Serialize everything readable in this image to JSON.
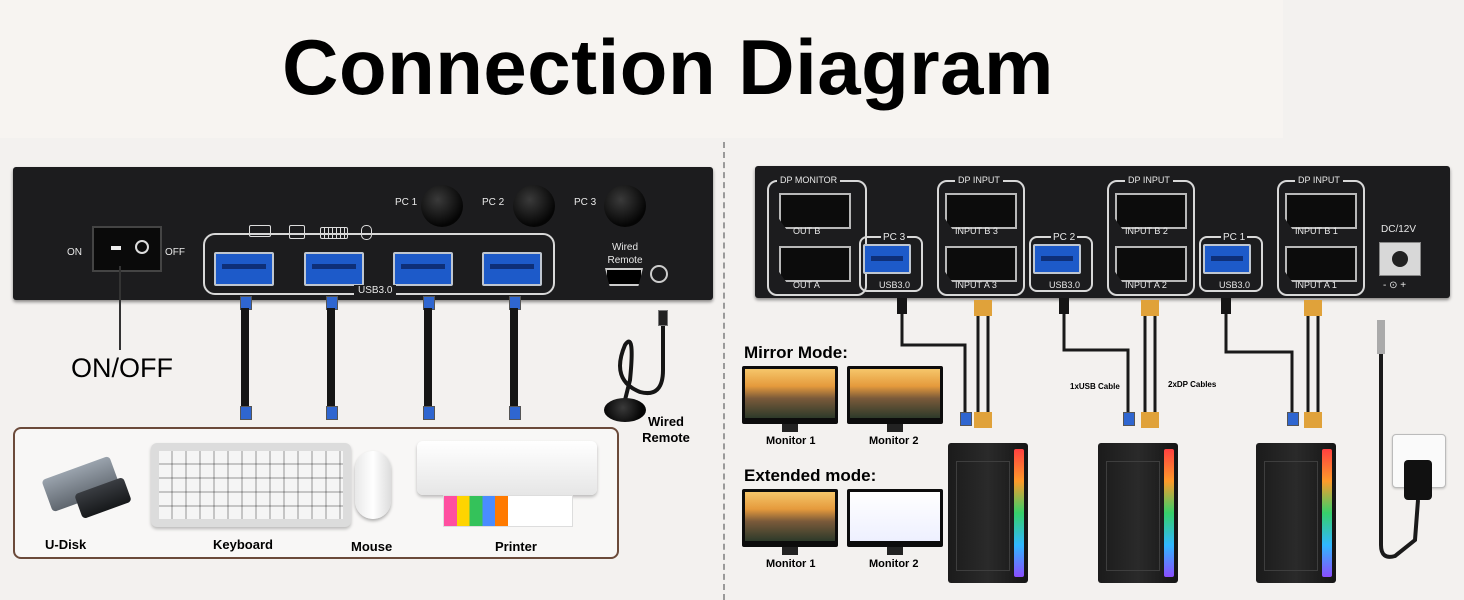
{
  "title": "Connection Diagram",
  "left": {
    "power_switch": {
      "on_label": "ON",
      "off_label": "OFF",
      "callout": "ON/OFF"
    },
    "pc_buttons": [
      "PC 1",
      "PC 2",
      "PC 3"
    ],
    "usb_label": "USB3.0",
    "remote_port_label": "Wired Remote",
    "remote_callout": "Wired Remote",
    "peripherals": [
      "U-Disk",
      "Keyboard",
      "Mouse",
      "Printer"
    ]
  },
  "right": {
    "groups": [
      {
        "pc": "PC 3",
        "dp_input_label": "DP INPUT",
        "input_b": "INPUT B 3",
        "input_a": "INPUT A 3",
        "usb": "USB3.0"
      },
      {
        "pc": "PC 2",
        "dp_input_label": "DP INPUT",
        "input_b": "INPUT B 2",
        "input_a": "INPUT A 2",
        "usb": "USB3.0"
      },
      {
        "pc": "PC 1",
        "dp_input_label": "DP INPUT",
        "input_b": "INPUT B 1",
        "input_a": "INPUT A 1",
        "usb": "USB3.0"
      }
    ],
    "monitor_out": {
      "label": "DP MONITOR",
      "out_b": "OUT B",
      "out_a": "OUT A"
    },
    "power": {
      "label": "DC/12V",
      "polarity": "- ⊙ +"
    },
    "cable_labels": {
      "usb": "1xUSB Cable",
      "dp": "2xDP Cables"
    },
    "mirror": {
      "title": "Mirror Mode:",
      "monitors": [
        "Monitor 1",
        "Monitor 2"
      ]
    },
    "extended": {
      "title": "Extended mode:",
      "monitors": [
        "Monitor 1",
        "Monitor 2"
      ]
    }
  }
}
